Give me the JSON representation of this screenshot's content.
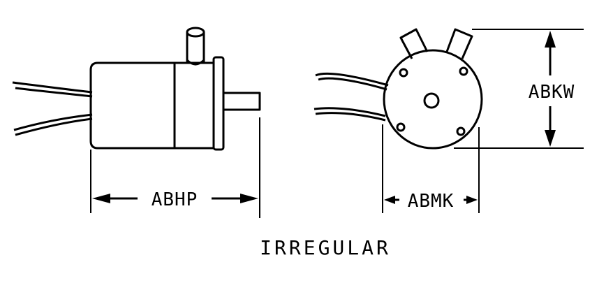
{
  "diagram": {
    "caption": "IRREGULAR",
    "side_view": {
      "length_label": "ABHP"
    },
    "end_view": {
      "width_label": "ABMK",
      "height_label": "ABKW"
    },
    "colors": {
      "ink": "#000000",
      "background": "#ffffff"
    }
  }
}
